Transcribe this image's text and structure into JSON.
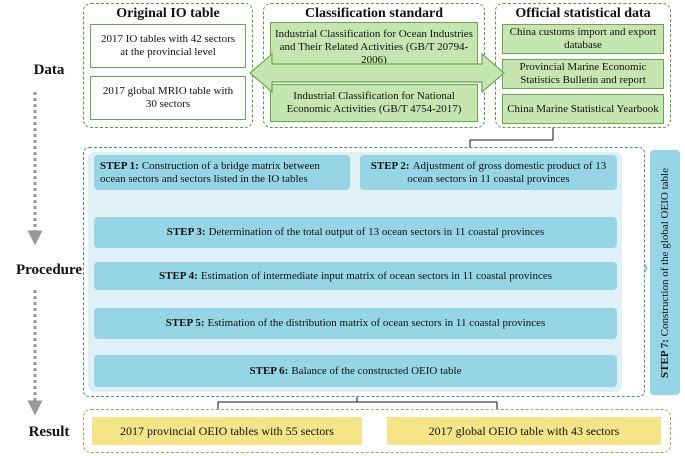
{
  "rows": {
    "data": "Data",
    "procedure": "Procedure",
    "result": "Result"
  },
  "io_panel": {
    "title": "Original IO table",
    "doc1": "2017 IO tables with 42 sectors at the provincial level",
    "doc2": "2017 global MRIO table with 30 sectors"
  },
  "class_panel": {
    "title": "Classification standard",
    "box1": "Industrial Classification for Ocean Industries and Their Related Activities (GB/T 20794-2006)",
    "box2": "Industrial Classification for National Economic Activities (GB/T 4754-2017)"
  },
  "stat_panel": {
    "title": "Official statistical data",
    "box1": "China customs import and export database",
    "box2": "Provincial Marine Economic Statistics Bulletin and report",
    "box3": "China Marine Statistical Yearbook"
  },
  "steps": {
    "s1_label": "STEP 1:",
    "s1_text": "Construction of a bridge matrix between ocean sectors and sectors listed in the IO tables",
    "s2_label": "STEP 2:",
    "s2_text": "Adjustment of gross domestic product of 13 ocean sectors in 11 coastal provinces",
    "s3_label": "STEP 3:",
    "s3_text": "Determination of the total output of 13 ocean sectors in 11 coastal provinces",
    "s4_label": "STEP 4:",
    "s4_text": "Estimation of intermediate input matrix of ocean sectors in 11 coastal provinces",
    "s5_label": "STEP 5:",
    "s5_text": "Estimation of the distribution matrix of ocean sectors in 11 coastal provinces",
    "s6_label": "STEP 6:",
    "s6_text": "Balance of the constructed OEIO table",
    "s7_label": "STEP 7:",
    "s7_text": "Construction of the global OEIO table"
  },
  "results": {
    "r1": "2017 provincial OEIO tables with 55 sectors",
    "r2": "2017 global OEIO table with 43 sectors"
  },
  "colors": {
    "green_fill": "#c5e6b0",
    "green_border": "#6aa84f",
    "step_fill": "#95d5e5",
    "procedure_bg": "#dff1f7",
    "result_fill": "#f5e488",
    "arrow_gray": "#999999"
  }
}
